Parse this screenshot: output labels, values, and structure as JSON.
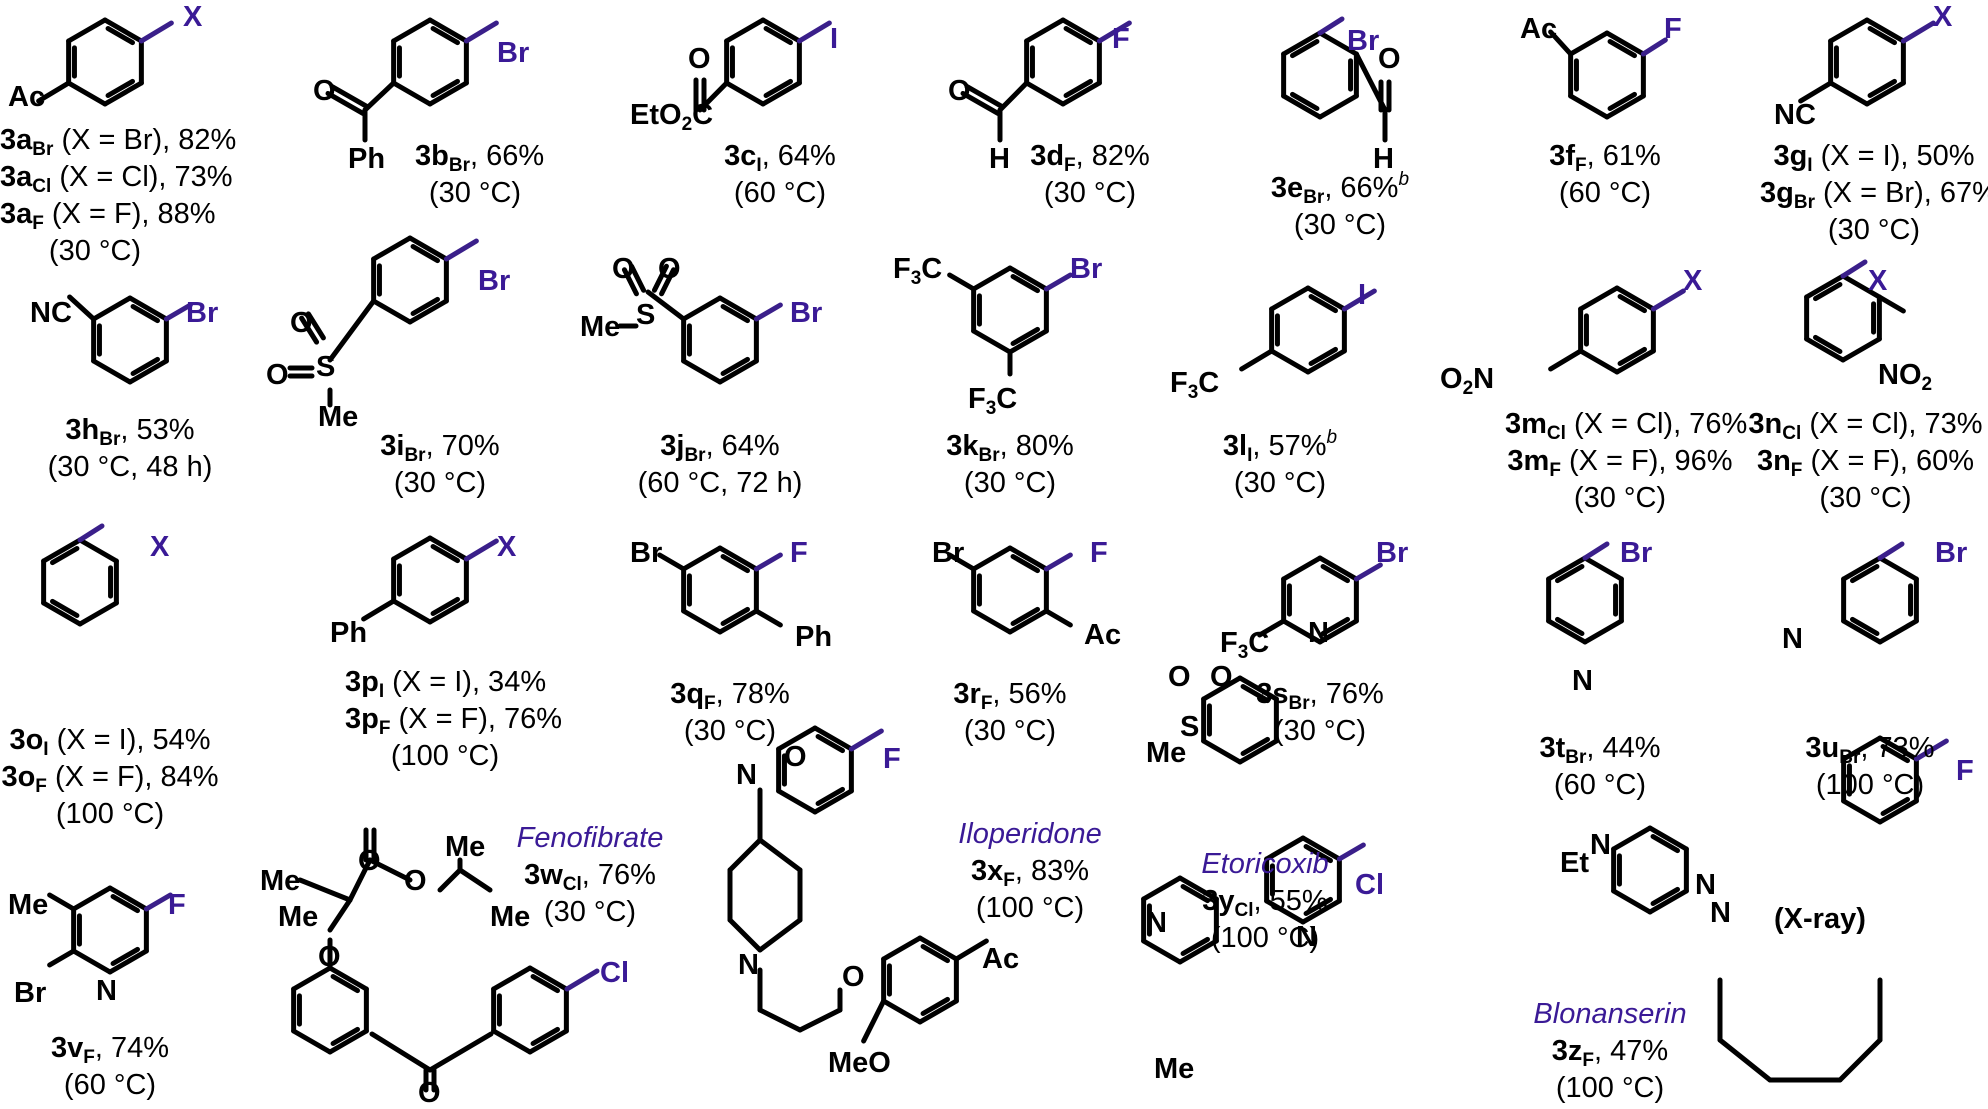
{
  "compounds": [
    {
      "id": "3a",
      "lines": [
        "3a<sub>Br</sub> (X = Br), 82%",
        "3a<sub>Cl</sub> (X = Cl), 73%",
        "3a<sub>F</sub> (X = F), 88%",
        "(30 °C)"
      ]
    },
    {
      "id": "3b",
      "lines": [
        "3b<sub>Br</sub>, 66%",
        "(30 °C)"
      ]
    },
    {
      "id": "3c",
      "lines": [
        "3c<sub>I</sub>, 64%",
        "(60 °C)"
      ]
    },
    {
      "id": "3d",
      "lines": [
        "3d<sub>F</sub>, 82%",
        "(30 °C)"
      ]
    },
    {
      "id": "3e",
      "lines": [
        "3e<sub>Br</sub>, 66%<sup>b</sup>",
        "(30 °C)"
      ]
    },
    {
      "id": "3f",
      "lines": [
        "3f<sub>F</sub>, 61%",
        "(60 °C)"
      ]
    },
    {
      "id": "3g",
      "lines": [
        "3g<sub>I</sub> (X = I), 50%",
        "3g<sub>Br</sub> (X = Br), 67%",
        "(30 °C)"
      ]
    },
    {
      "id": "3h",
      "lines": [
        "3h<sub>Br</sub>, 53%",
        "(30 °C, 48 h)"
      ]
    },
    {
      "id": "3i",
      "lines": [
        "3i<sub>Br</sub>, 70%",
        "(30 °C)"
      ]
    },
    {
      "id": "3j",
      "lines": [
        "3j<sub>Br</sub>, 64%",
        "(60 °C, 72 h)"
      ]
    },
    {
      "id": "3k",
      "lines": [
        "3k<sub>Br</sub>, 80%",
        "(30 °C)"
      ]
    },
    {
      "id": "3l",
      "lines": [
        "3l<sub>I</sub>, 57%<sup>b</sup>",
        "(30 °C)"
      ]
    },
    {
      "id": "3m",
      "lines": [
        "3m<sub>Cl</sub> (X = Cl), 76%",
        "3m<sub>F</sub> (X = F), 96%",
        "(30 °C)"
      ]
    },
    {
      "id": "3n",
      "lines": [
        "3n<sub>Cl</sub> (X = Cl), 73%",
        "3n<sub>F</sub> (X = F), 60%",
        "(30 °C)"
      ]
    },
    {
      "id": "3o",
      "lines": [
        "3o<sub>I</sub> (X = I), 54%",
        "3o<sub>F</sub> (X = F), 84%",
        "(100 °C)"
      ]
    },
    {
      "id": "3p",
      "lines": [
        "3p<sub>I</sub> (X = I), 34%",
        "3p<sub>F</sub> (X = F), 76%",
        "(100 °C)"
      ]
    },
    {
      "id": "3q",
      "lines": [
        "3q<sub>F</sub>, 78%",
        "(30 °C)"
      ]
    },
    {
      "id": "3r",
      "lines": [
        "3r<sub>F</sub>, 56%",
        "(30 °C)"
      ]
    },
    {
      "id": "3s",
      "lines": [
        "3s<sub>Br</sub>, 76%",
        "(30 °C)"
      ]
    },
    {
      "id": "3t",
      "lines": [
        "3t<sub>Br</sub>, 44%",
        "(60 °C)"
      ]
    },
    {
      "id": "3u",
      "lines": [
        "3u<sub>Br</sub>, 73%",
        "(100 °C)"
      ]
    },
    {
      "id": "3v",
      "lines": [
        "3v<sub>F</sub>, 74%",
        "(60 °C)"
      ]
    },
    {
      "id": "3w",
      "name": "Fenofibrate",
      "lines": [
        "3w<sub>Cl</sub>, 76%",
        "(30 °C)"
      ]
    },
    {
      "id": "3x",
      "name": "Iloperidone",
      "lines": [
        "3x<sub>F</sub>, 83%",
        "(100 °C)"
      ]
    },
    {
      "id": "3y",
      "name": "Etoricoxib",
      "lines": [
        "3y<sub>Cl</sub>, 55%",
        "(100 °C)"
      ]
    },
    {
      "id": "3z",
      "name": "Blonanserin",
      "lines": [
        "3z<sub>F</sub>, 47%",
        "(100 °C)"
      ],
      "note": "(X-ray)"
    }
  ],
  "atoms": {
    "X": "X",
    "Br": "Br",
    "Cl": "Cl",
    "I": "I",
    "F": "F",
    "Ac": "Ac",
    "Ph": "Ph",
    "O": "O",
    "H": "H",
    "N": "N",
    "NC": "NC",
    "EtO2C": "EtO<sub>2</sub>C",
    "S": "S",
    "Me": "Me",
    "F3C": "F<sub>3</sub>C",
    "O2N": "O<sub>2</sub>N",
    "NO2": "NO<sub>2</sub>",
    "MeO": "MeO",
    "Et": "Et"
  },
  "colors": {
    "halogen": "#3a1a96",
    "text": "#000000",
    "name": "#3a1a96"
  }
}
